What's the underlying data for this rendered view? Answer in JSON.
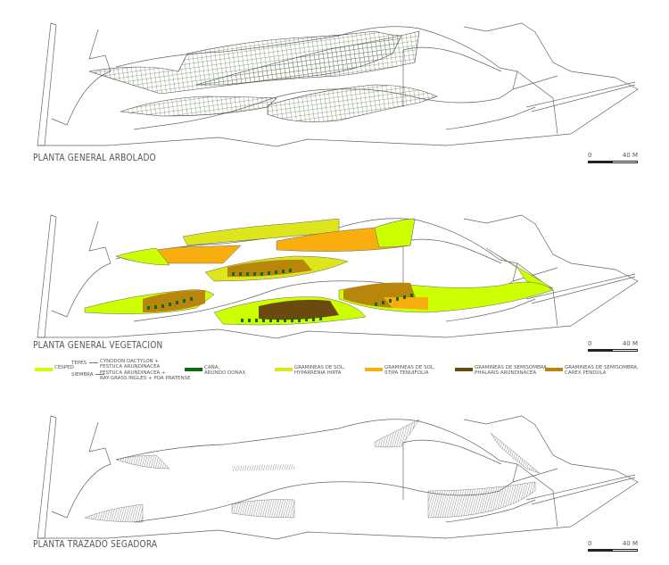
{
  "panels": [
    {
      "title": "PLANTA GENERAL ARBOLADO",
      "scale": {
        "zero": "0",
        "end": "40 M"
      }
    },
    {
      "title": "PLANTA GENERAL VEGETACION",
      "scale": {
        "zero": "0",
        "end": "40 M"
      }
    },
    {
      "title": "PLANTA TRAZADO SEGADORA",
      "scale": {
        "zero": "0",
        "end": "40 M"
      }
    }
  ],
  "legend": {
    "cesped": {
      "label": "CESPED",
      "color": "#ccff00",
      "tepes_label": "TEPES",
      "tepes_species_1": "CYNODON DACTYLON +",
      "tepes_species_2": "FESTUCA ARUNDINACEA",
      "siembra_label": "SIEMBRA",
      "siembra_species_1": "FESTUCA ARUNDINACEA +",
      "siembra_species_2": "RAY-GRASS INGLES + POA PRATENSE"
    },
    "items": [
      {
        "line1": "CAÑA,",
        "line2": "ARUNDO DONAX",
        "color": "#0e6b0e"
      },
      {
        "line1": "GRAMINEAS DE SOL,",
        "line2": "HYPARRENIA HIRTA",
        "color": "#dde61c"
      },
      {
        "line1": "GRAMINEAS DE SOL,",
        "line2": "STIPA TENUIFOLIA",
        "color": "#f7ae0e"
      },
      {
        "line1": "GRAMINEAS DE SEMISOMBRA,",
        "line2": "PHALARIS ARUNDINACEA",
        "color": "#6b4a10"
      },
      {
        "line1": "GRAMINEAS DE SEMISOMBRA,",
        "line2": "CAREX PENDULA",
        "color": "#b8860b"
      }
    ]
  },
  "colors": {
    "outline": "#555555",
    "tree_green": "#6bbf2a",
    "hatch": "#444444"
  }
}
